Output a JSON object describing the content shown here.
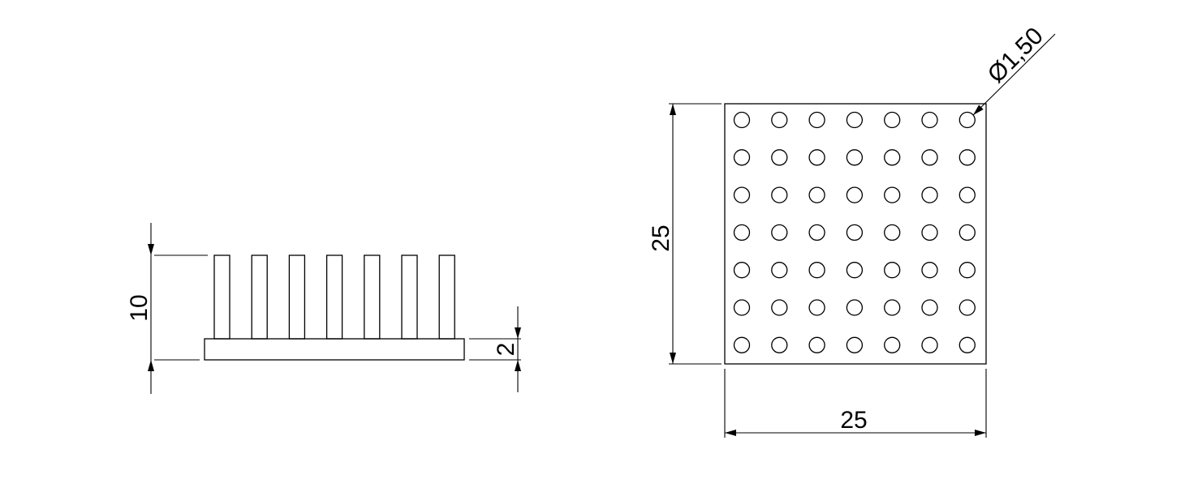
{
  "side_view": {
    "height_label": "10",
    "base_thickness_label": "2",
    "pin_count": 7
  },
  "top_view": {
    "height_label": "25",
    "width_label": "25",
    "hole_diameter_label": "Ø1,50",
    "grid_rows": 7,
    "grid_cols": 7
  }
}
